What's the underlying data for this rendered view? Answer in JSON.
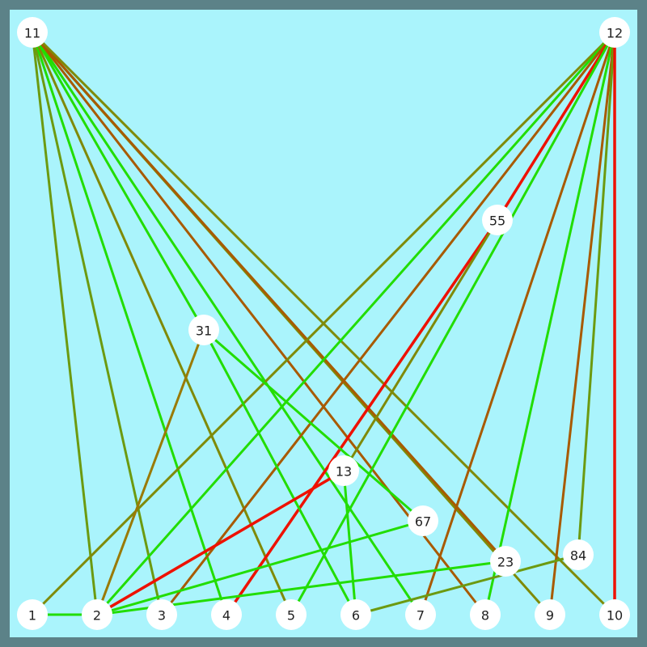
{
  "colors": {
    "frame": "#5c8288",
    "background": "#aaf4fc",
    "node_fill": "#ffffff",
    "text": "#222222"
  },
  "nodes": [
    {
      "id": "1",
      "label": "1"
    },
    {
      "id": "2",
      "label": "2"
    },
    {
      "id": "3",
      "label": "3"
    },
    {
      "id": "4",
      "label": "4"
    },
    {
      "id": "5",
      "label": "5"
    },
    {
      "id": "6",
      "label": "6"
    },
    {
      "id": "7",
      "label": "7"
    },
    {
      "id": "8",
      "label": "8"
    },
    {
      "id": "9",
      "label": "9"
    },
    {
      "id": "10",
      "label": "10"
    },
    {
      "id": "11",
      "label": "11"
    },
    {
      "id": "12",
      "label": "12"
    },
    {
      "id": "13",
      "label": "13"
    },
    {
      "id": "23",
      "label": "23"
    },
    {
      "id": "31",
      "label": "31"
    },
    {
      "id": "55",
      "label": "55"
    },
    {
      "id": "67",
      "label": "67"
    },
    {
      "id": "84",
      "label": "84"
    }
  ],
  "edges": [
    {
      "from": "11",
      "to": "2",
      "color": "#6c9a10"
    },
    {
      "from": "11",
      "to": "3",
      "color": "#6c9a10"
    },
    {
      "from": "11",
      "to": "4",
      "color": "#22dd00"
    },
    {
      "from": "11",
      "to": "5",
      "color": "#7f8a08"
    },
    {
      "from": "11",
      "to": "31",
      "color": "#22dd00"
    },
    {
      "from": "11",
      "to": "7",
      "color": "#22dd00"
    },
    {
      "from": "11",
      "to": "8",
      "color": "#a85a00"
    },
    {
      "from": "11",
      "to": "9",
      "color": "#7f8a08"
    },
    {
      "from": "11",
      "to": "23",
      "color": "#a85a00"
    },
    {
      "from": "11",
      "to": "10",
      "color": "#7f8a08"
    },
    {
      "from": "12",
      "to": "1",
      "color": "#7f8a08"
    },
    {
      "from": "12",
      "to": "2",
      "color": "#22dd00"
    },
    {
      "from": "12",
      "to": "3",
      "color": "#a85a00"
    },
    {
      "from": "12",
      "to": "55",
      "color": "#ee1100"
    },
    {
      "from": "12",
      "to": "5",
      "color": "#22dd00"
    },
    {
      "from": "12",
      "to": "7",
      "color": "#a85a00"
    },
    {
      "from": "12",
      "to": "8",
      "color": "#22dd00"
    },
    {
      "from": "12",
      "to": "9",
      "color": "#a85a00"
    },
    {
      "from": "12",
      "to": "84",
      "color": "#6c9a10"
    },
    {
      "from": "12",
      "to": "10",
      "color": "#ee1100"
    },
    {
      "from": "55",
      "to": "4",
      "color": "#ee1100"
    },
    {
      "from": "55",
      "to": "13",
      "color": "#7f8a08"
    },
    {
      "from": "31",
      "to": "2",
      "color": "#9a7a05"
    },
    {
      "from": "31",
      "to": "6",
      "color": "#22dd00"
    },
    {
      "from": "31",
      "to": "67",
      "color": "#22dd00"
    },
    {
      "from": "13",
      "to": "2",
      "color": "#ee1100"
    },
    {
      "from": "13",
      "to": "6",
      "color": "#22dd00"
    },
    {
      "from": "67",
      "to": "2",
      "color": "#22dd00"
    },
    {
      "from": "23",
      "to": "2",
      "color": "#22dd00"
    },
    {
      "from": "84",
      "to": "6",
      "color": "#6c9a10"
    },
    {
      "from": "1",
      "to": "2",
      "color": "#22dd00"
    }
  ]
}
